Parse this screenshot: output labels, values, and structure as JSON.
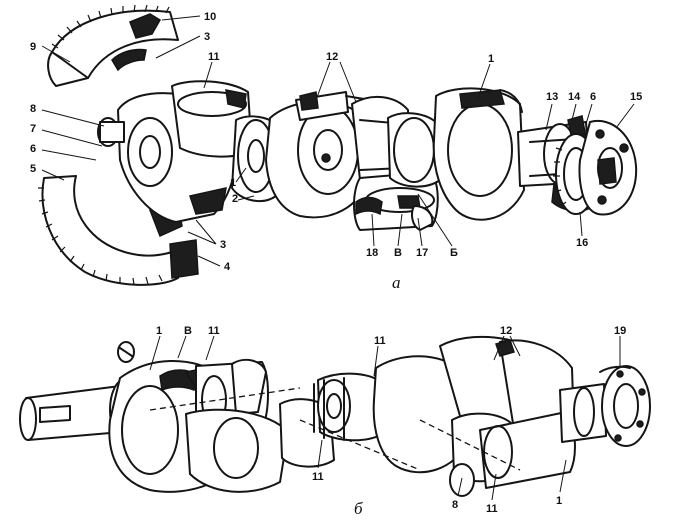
{
  "figure": {
    "subfigure_a": {
      "caption": "а",
      "labels": {
        "l10": "10",
        "l3a": "3",
        "l9": "9",
        "l11a": "11",
        "l12a": "12",
        "l1a": "1",
        "l8": "8",
        "l7": "7",
        "l6a": "6",
        "l5": "5",
        "l2": "2",
        "l1b": "1",
        "l3b": "3",
        "l4": "4",
        "l18": "18",
        "lB": "В",
        "l17": "17",
        "lBe": "Б",
        "l13": "13",
        "l14": "14",
        "l6b": "6",
        "l15": "15",
        "l16": "16"
      }
    },
    "subfigure_b": {
      "caption": "б",
      "labels": {
        "l1c": "1",
        "lB2": "В",
        "l11b": "11",
        "l11c": "11",
        "l12b": "12",
        "l19": "19",
        "l11d": "11",
        "l8b": "8",
        "l11e": "11",
        "l1d": "1"
      }
    }
  }
}
